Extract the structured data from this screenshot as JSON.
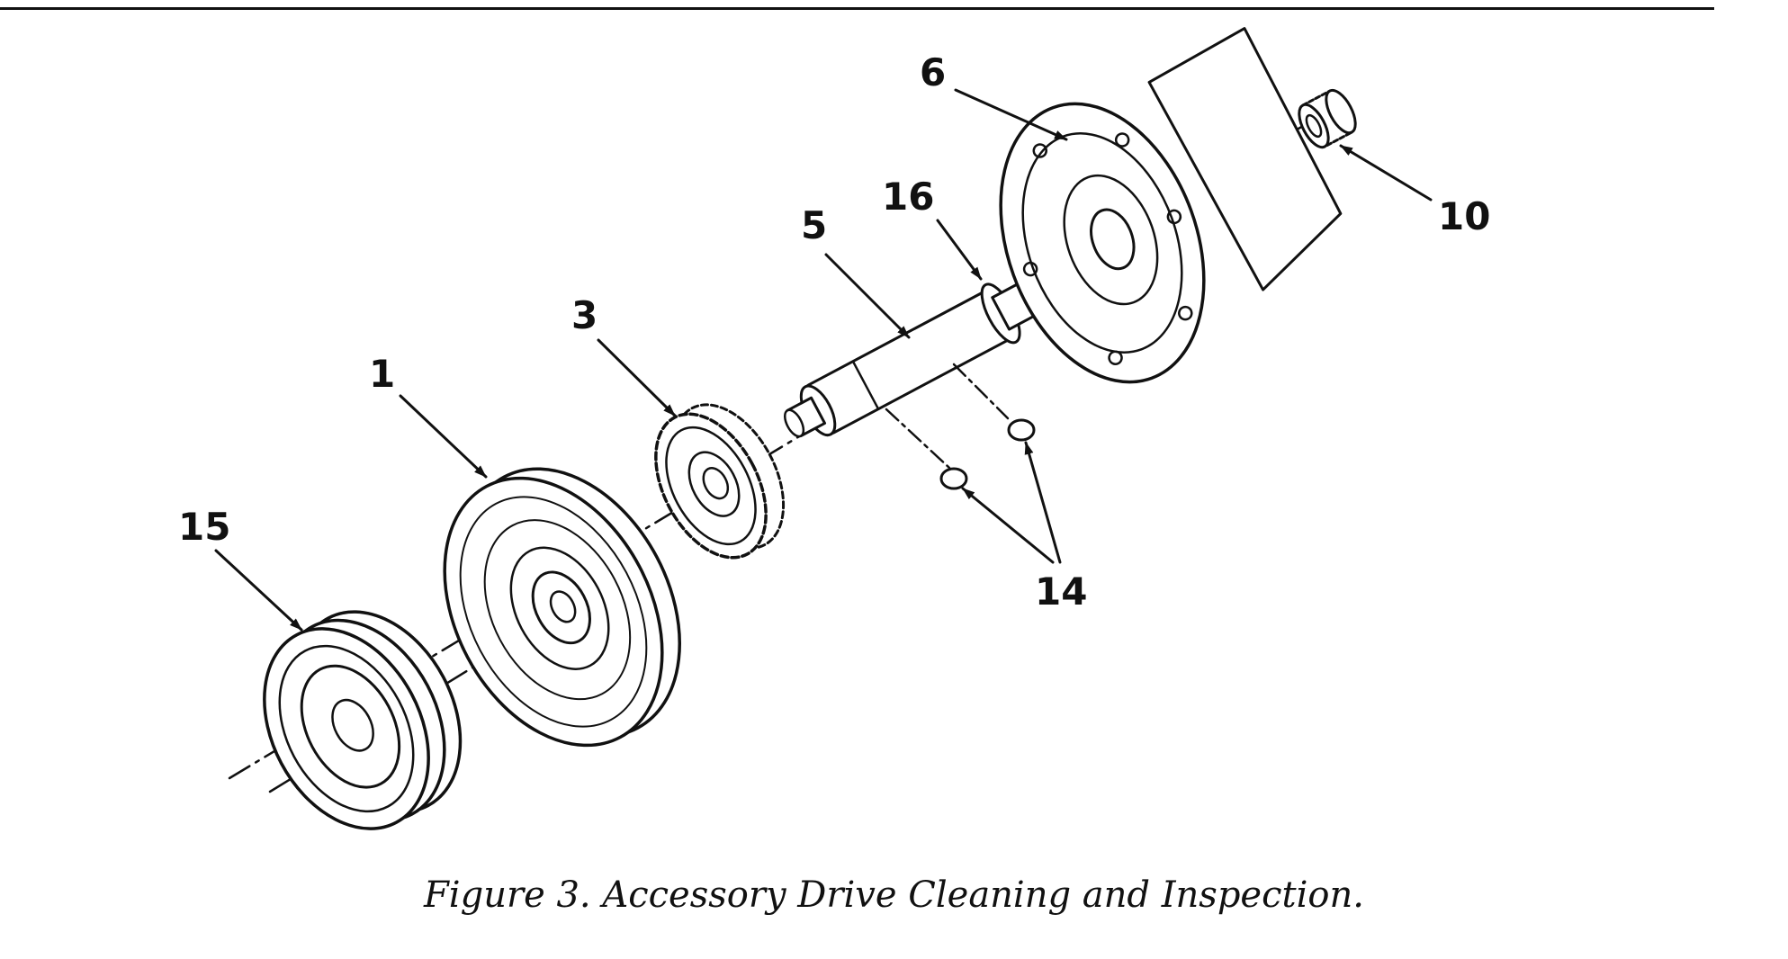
{
  "figure": {
    "caption": "Figure 3. Accessory Drive Cleaning and Inspection."
  },
  "callouts": [
    {
      "id": "1",
      "label": "1"
    },
    {
      "id": "3",
      "label": "3"
    },
    {
      "id": "5",
      "label": "5"
    },
    {
      "id": "6",
      "label": "6"
    },
    {
      "id": "10",
      "label": "10"
    },
    {
      "id": "14",
      "label": "14"
    },
    {
      "id": "15",
      "label": "15"
    },
    {
      "id": "16",
      "label": "16"
    }
  ],
  "parts": [
    {
      "name": "pulley-15",
      "icon": "double-groove-pulley"
    },
    {
      "name": "pulley-1",
      "icon": "single-pulley"
    },
    {
      "name": "gear-3",
      "icon": "spur-gear"
    },
    {
      "name": "shaft-5",
      "icon": "drive-shaft"
    },
    {
      "name": "keys-14",
      "icon": "woodruff-key"
    },
    {
      "name": "housing-6",
      "icon": "drive-housing"
    },
    {
      "name": "bearing-10",
      "icon": "needle-bearing"
    }
  ]
}
